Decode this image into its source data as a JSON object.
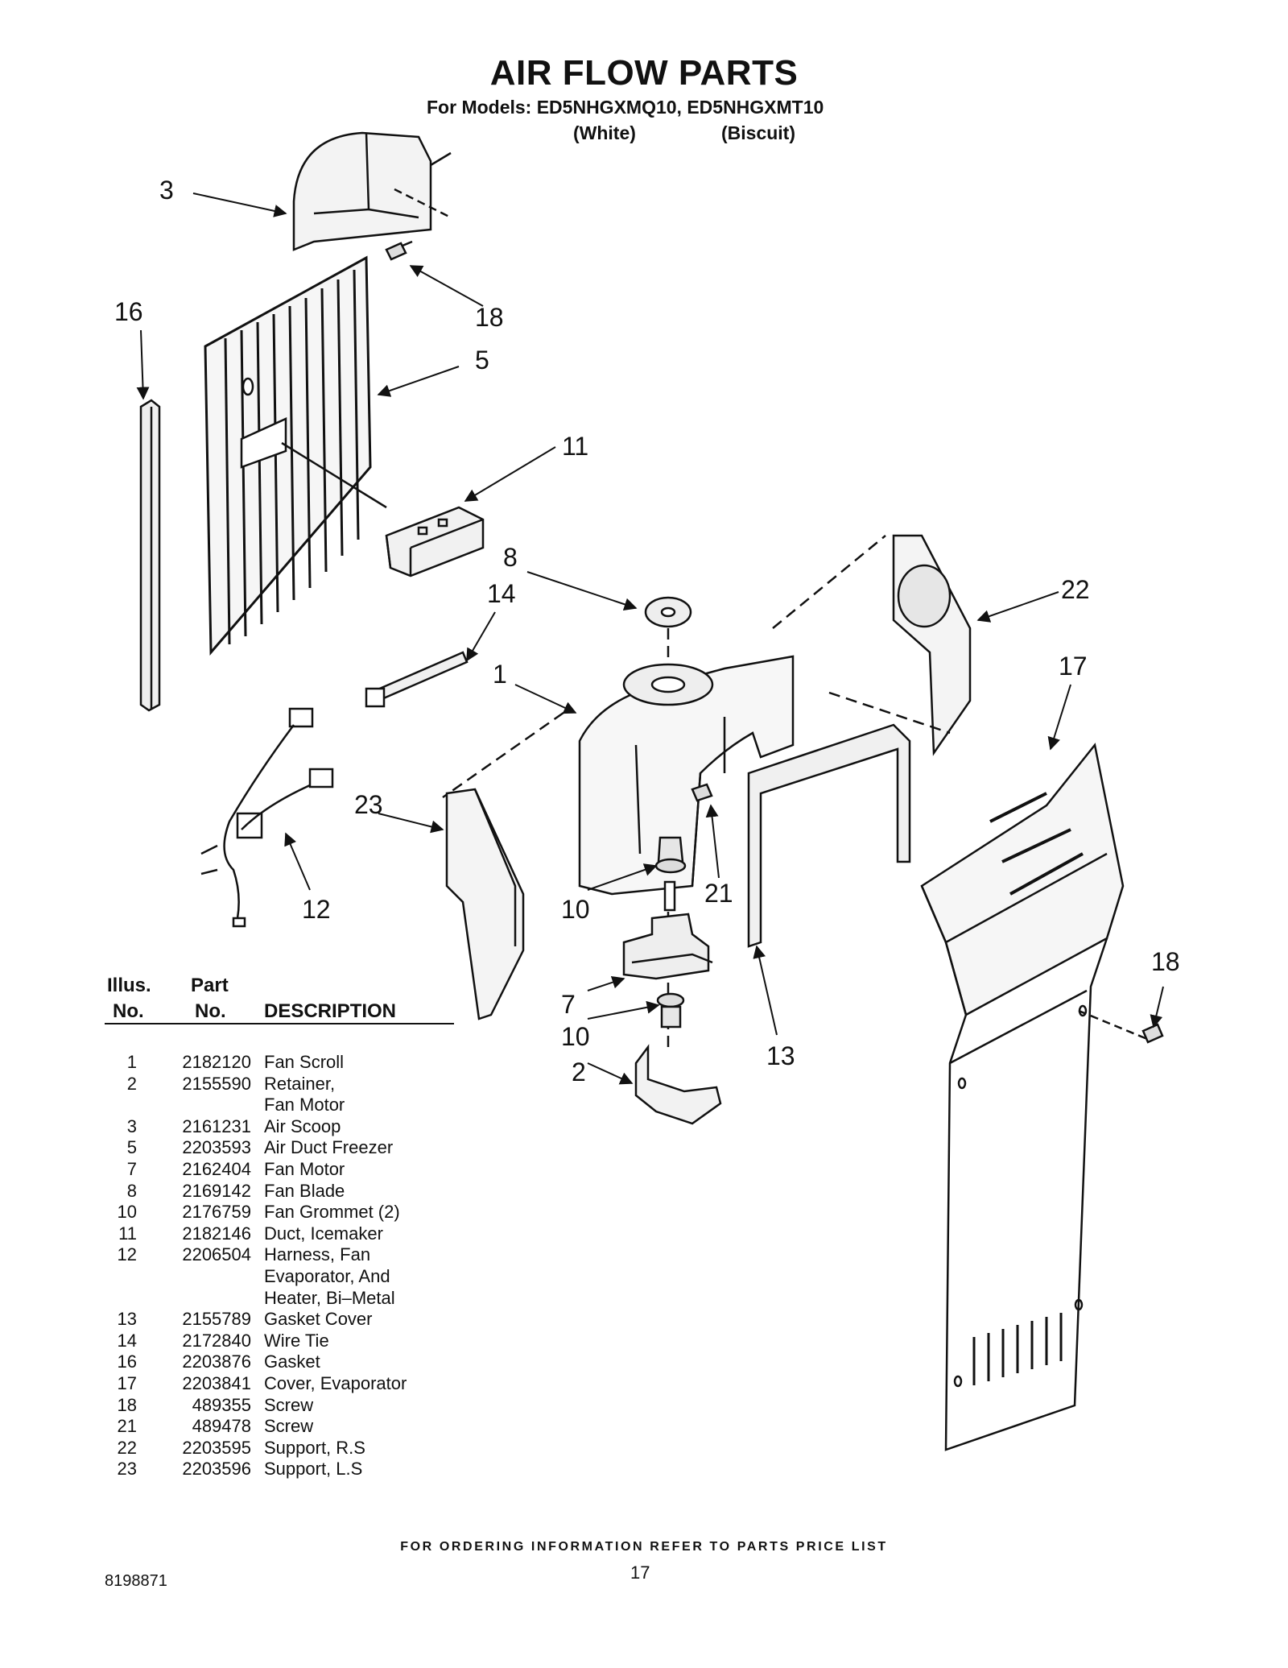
{
  "header": {
    "title": "AIR FLOW PARTS",
    "models": "For Models: ED5NHGXMQ10, ED5NHGXMT10",
    "variant_white": "(White)",
    "variant_biscuit": "(Biscuit)"
  },
  "diagram": {
    "callouts": [
      "3",
      "16",
      "18",
      "5",
      "11",
      "8",
      "14",
      "22",
      "1",
      "17",
      "23",
      "21",
      "12",
      "10",
      "7",
      "10",
      "2",
      "13",
      "18"
    ]
  },
  "table": {
    "col_illus_1": "Illus.",
    "col_illus_2": "No.",
    "col_part_1": "Part",
    "col_part_2": "No.",
    "col_desc": "DESCRIPTION",
    "rows": [
      {
        "illus": "1",
        "part": "2182120",
        "desc": "Fan Scroll"
      },
      {
        "illus": "2",
        "part": "2155590",
        "desc": "Retainer,\nFan Motor"
      },
      {
        "illus": "3",
        "part": "2161231",
        "desc": "Air Scoop"
      },
      {
        "illus": "5",
        "part": "2203593",
        "desc": "Air Duct Freezer"
      },
      {
        "illus": "7",
        "part": "2162404",
        "desc": "Fan Motor"
      },
      {
        "illus": "8",
        "part": "2169142",
        "desc": "Fan Blade"
      },
      {
        "illus": "10",
        "part": "2176759",
        "desc": "Fan Grommet (2)"
      },
      {
        "illus": "11",
        "part": "2182146",
        "desc": "Duct, Icemaker"
      },
      {
        "illus": "12",
        "part": "2206504",
        "desc": "Harness, Fan\nEvaporator, And\nHeater, Bi–Metal"
      },
      {
        "illus": "13",
        "part": "2155789",
        "desc": "Gasket Cover"
      },
      {
        "illus": "14",
        "part": "2172840",
        "desc": "Wire Tie"
      },
      {
        "illus": "16",
        "part": "2203876",
        "desc": "Gasket"
      },
      {
        "illus": "17",
        "part": "2203841",
        "desc": "Cover, Evaporator"
      },
      {
        "illus": "18",
        "part": "489355",
        "desc": "Screw"
      },
      {
        "illus": "21",
        "part": "489478",
        "desc": "Screw"
      },
      {
        "illus": "22",
        "part": "2203595",
        "desc": "Support, R.S"
      },
      {
        "illus": "23",
        "part": "2203596",
        "desc": "Support, L.S"
      }
    ]
  },
  "footer": {
    "ordering_note": "FOR ORDERING INFORMATION REFER TO PARTS PRICE LIST",
    "doc_number": "8198871",
    "page_number": "17"
  }
}
